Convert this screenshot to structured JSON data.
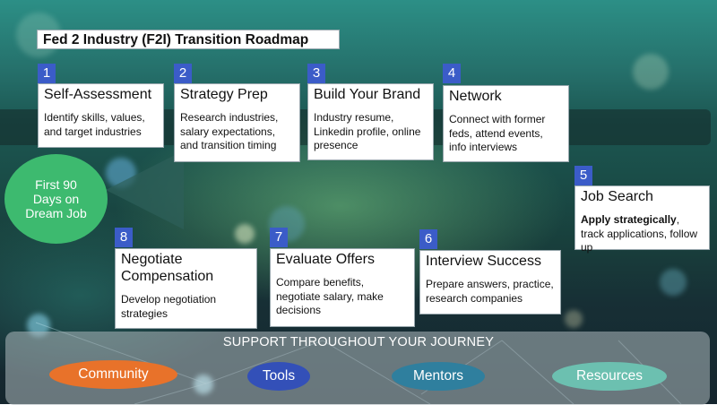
{
  "title": "Fed 2 Industry (F2I) Transition Roadmap",
  "center": "First 90 Days on Dream Job",
  "steps": [
    {
      "num": "1",
      "title": "Self-Assessment",
      "desc": "Identify skills, values, and target industries"
    },
    {
      "num": "2",
      "title": "Strategy Prep",
      "desc": "Research industries, salary expectations, and transition timing"
    },
    {
      "num": "3",
      "title": "Build Your Brand",
      "desc": "Industry resume, Linkedin profile, online presence"
    },
    {
      "num": "4",
      "title": "Network",
      "desc": "Connect with former feds, attend events, info interviews"
    },
    {
      "num": "5",
      "title": "Job Search",
      "desc_bold": "Apply strategically",
      "desc_rest": ", track applications, follow up"
    },
    {
      "num": "6",
      "title": "Interview Success",
      "desc": "Prepare answers, practice, research companies"
    },
    {
      "num": "7",
      "title": "Evaluate Offers",
      "desc": "Compare benefits, negotiate salary, make decisions"
    },
    {
      "num": "8",
      "title": "Negotiate Compensation",
      "desc": "Develop negotiation strategies"
    }
  ],
  "support": {
    "title": "SUPPORT THROUGHOUT YOUR JOURNEY",
    "items": [
      {
        "label": "Community",
        "color": "#e8722a"
      },
      {
        "label": "Tools",
        "color": "#3350b8"
      },
      {
        "label": "Mentors",
        "color": "#2f7f9e"
      },
      {
        "label": "Resources",
        "color": "#6cc0b0"
      }
    ]
  },
  "colors": {
    "number_badge": "#3b5cc8",
    "circle": "#3dba6f"
  }
}
